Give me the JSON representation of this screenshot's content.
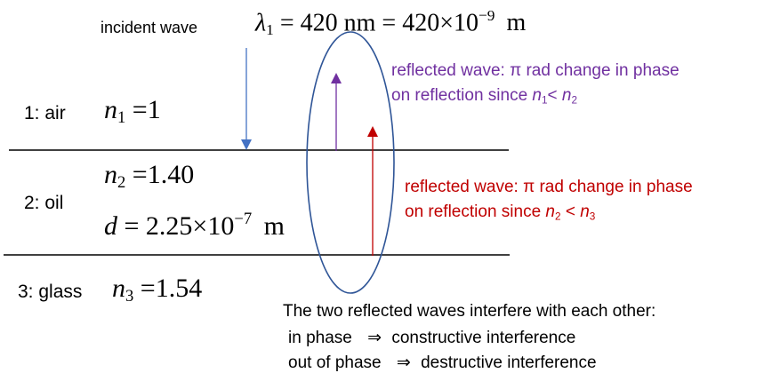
{
  "wavelength": {
    "label": "incident wave",
    "symbol": "λ",
    "sub": "1",
    "eq_value": "= 420 nm = 420×10",
    "exponent": "−9",
    "unit": "m"
  },
  "layers": [
    {
      "label": "1: air",
      "symbol": "n",
      "sub": "1",
      "value": "=1"
    },
    {
      "label": "2: oil",
      "symbol": "n",
      "sub": "2",
      "value": "=1.40"
    },
    {
      "label": "3: glass",
      "symbol": "n",
      "sub": "3",
      "value": "=1.54"
    }
  ],
  "thickness": {
    "symbol": "d",
    "mantissa": "= 2.25×10",
    "exponent": "−7",
    "unit": "m"
  },
  "reflection_top": {
    "color": "#7030a0",
    "line1": "reflected wave: π rad change in phase",
    "line2_prefix": "on reflection since ",
    "a_sym": "n",
    "a_sub": "1",
    "op": "< ",
    "b_sym": "n",
    "b_sub": "2"
  },
  "reflection_bottom": {
    "color": "#c00000",
    "line1": "reflected wave: π rad change in phase",
    "line2_prefix": "on reflection since ",
    "a_sym": "n",
    "a_sub": "2",
    "op": " < ",
    "b_sym": "n",
    "b_sub": "3"
  },
  "interference": {
    "title": "The two reflected waves interfere with each other:",
    "rows": [
      {
        "cond": "in phase",
        "arrow": "⇒",
        "result": "constructive interference"
      },
      {
        "cond": "out of phase",
        "arrow": "⇒",
        "result": "destructive interference"
      }
    ]
  },
  "colors": {
    "incident": "#4472c4",
    "ellipse": "#2f5597",
    "boundary": "#000000"
  }
}
